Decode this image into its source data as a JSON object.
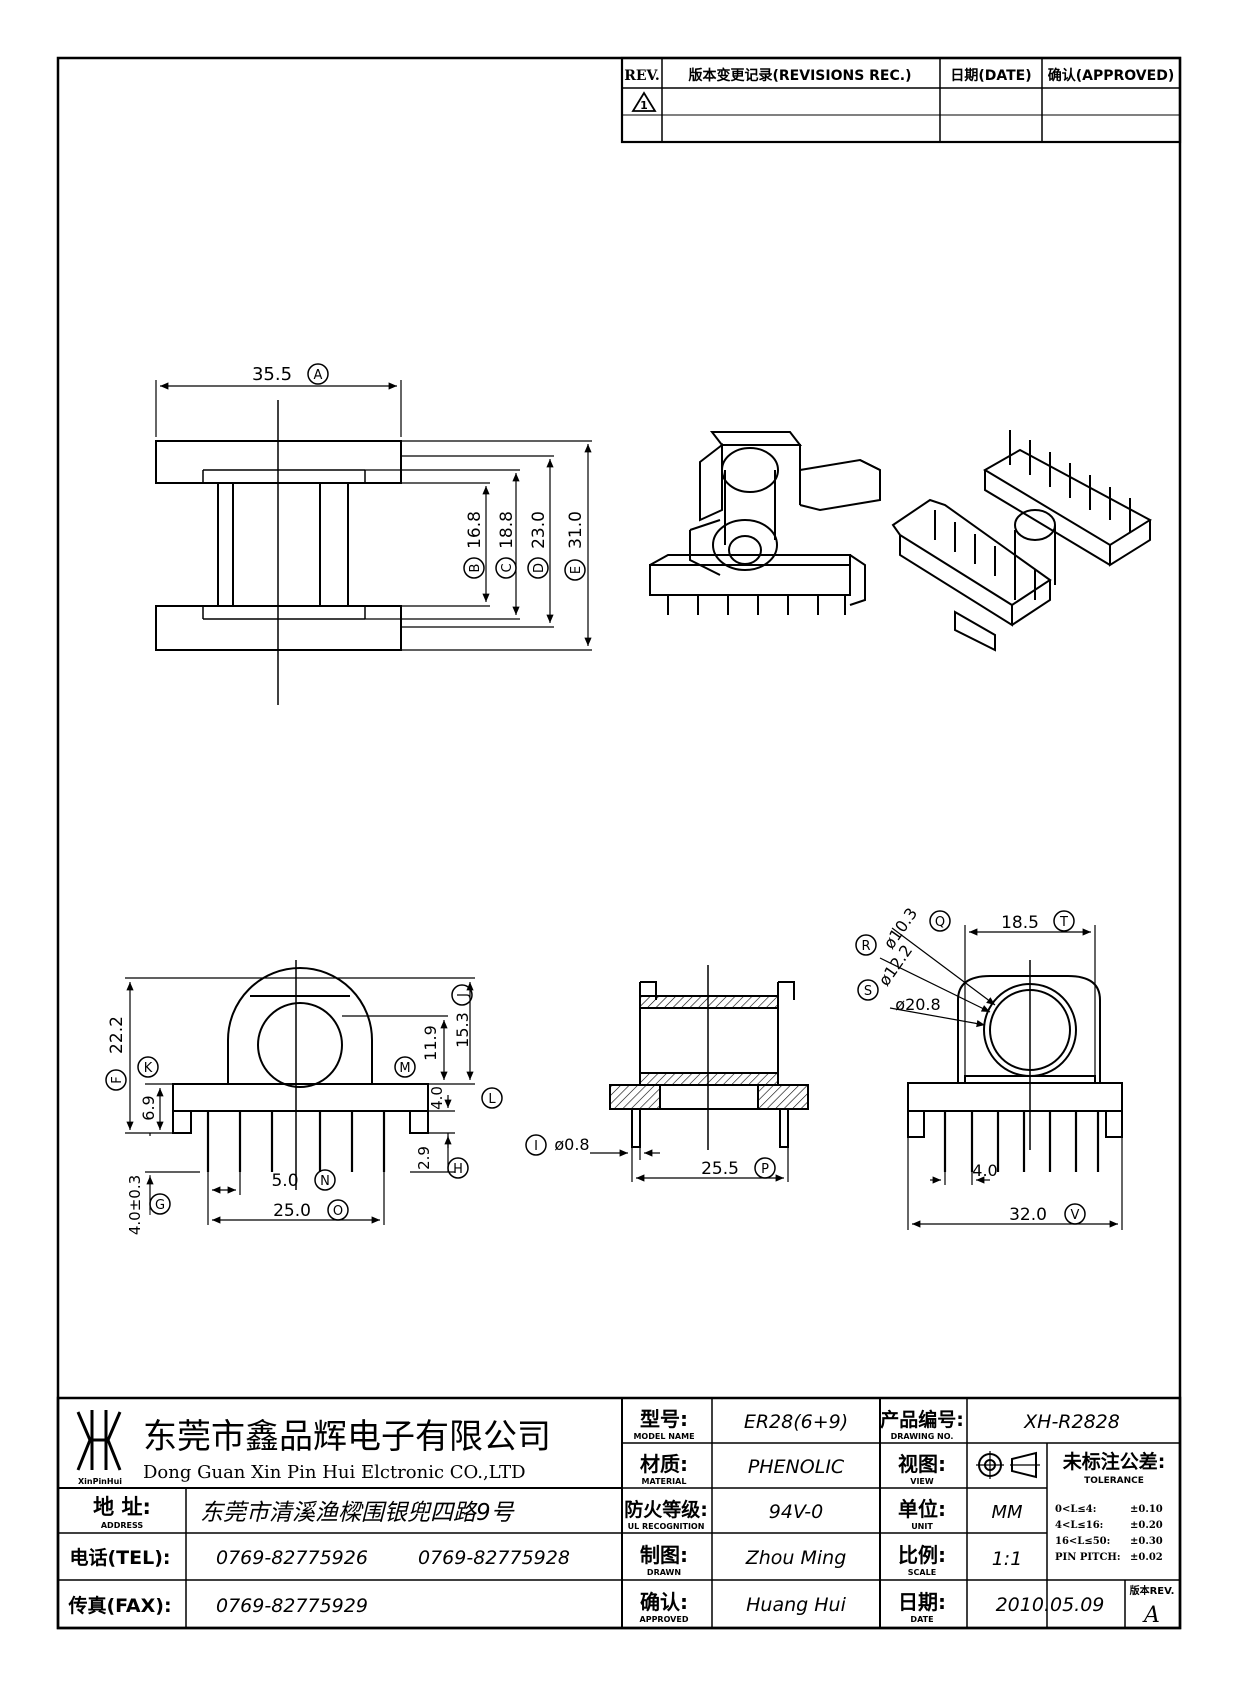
{
  "revisions": {
    "headers": [
      "REV.",
      "版本变更记录(REVISIONS REC.)",
      "日期(DATE)",
      "确认(APPROVED)"
    ],
    "rows": [
      {
        "rev": "1",
        "change": "",
        "date": "",
        "approved": ""
      },
      {
        "rev": "",
        "change": "",
        "date": "",
        "approved": ""
      }
    ]
  },
  "dimensions": {
    "top_view": [
      {
        "value": "35.5",
        "tag": "A"
      },
      {
        "value": "16.8",
        "tag": "B"
      },
      {
        "value": "18.8",
        "tag": "C"
      },
      {
        "value": "23.0",
        "tag": "D"
      },
      {
        "value": "31.0",
        "tag": "E"
      }
    ],
    "front_view": [
      {
        "value": "22.2",
        "tag": "F"
      },
      {
        "value": "6.9",
        "tag": "K"
      },
      {
        "value": "11.9",
        "tag": "M"
      },
      {
        "value": "15.3",
        "tag": "J"
      },
      {
        "value": "4.0",
        "tag": "L"
      },
      {
        "value": "2.9",
        "tag": "H"
      },
      {
        "value": "4.0±0.3",
        "tag": "G"
      },
      {
        "value": "5.0",
        "tag": "N"
      },
      {
        "value": "25.0",
        "tag": "O"
      }
    ],
    "section_view": [
      {
        "value": "ø0.8",
        "tag": "I"
      },
      {
        "value": "25.5",
        "tag": "P"
      }
    ],
    "side_view": [
      {
        "value": "ø10.3",
        "tag": "Q"
      },
      {
        "value": "ø12.2",
        "tag": "R"
      },
      {
        "value": "ø20.8",
        "tag": "S"
      },
      {
        "value": "18.5",
        "tag": "T"
      },
      {
        "value": "4.0",
        "tag": ""
      },
      {
        "value": "32.0",
        "tag": "V"
      }
    ]
  },
  "company": {
    "name_cn": "东莞市鑫品辉电子有限公司",
    "name_en": "Dong Guan Xin Pin Hui Elctronic CO.,LTD",
    "logo_text": "XinPinHui",
    "address_label": "地 址:",
    "address_label_en": "ADDRESS",
    "address": "东莞市清溪渔樑围银兜四路9号",
    "tel_label": "电话(TEL):",
    "tel_1": "0769-82775926",
    "tel_2": "0769-82775928",
    "fax_label": "传真(FAX):",
    "fax": "0769-82775929"
  },
  "title_block": {
    "model_label": "型号:",
    "model_label_en": "MODEL NAME",
    "model": "ER28(6+9)",
    "material_label": "材质:",
    "material_label_en": "MATERIAL",
    "material": "PHENOLIC",
    "ul_label": "防火等级:",
    "ul_label_en": "UL RECOGNITION",
    "ul": "94V-0",
    "drawn_label": "制图:",
    "drawn_label_en": "DRAWN",
    "drawn": "Zhou Ming",
    "approved_label": "确认:",
    "approved_label_en": "APPROVED",
    "approved": "Huang Hui",
    "drawing_no_label": "产品编号:",
    "drawing_no_label_en": "DRAWING NO.",
    "drawing_no": "XH-R2828",
    "view_label": "视图:",
    "view_label_en": "VIEW",
    "unit_label": "单位:",
    "unit_label_en": "UNIT",
    "unit": "MM",
    "scale_label": "比例:",
    "scale_label_en": "SCALE",
    "scale": "1:1",
    "date_label": "日期:",
    "date_label_en": "DATE",
    "date": "2010.05.09",
    "tolerance_label": "未标注公差:",
    "tolerance_label_en": "TOLERANCE",
    "tolerances": [
      {
        "range": "0<L≤4:",
        "value": "±0.10"
      },
      {
        "range": "4<L≤16:",
        "value": "±0.20"
      },
      {
        "range": "16<L≤50:",
        "value": "±0.30"
      },
      {
        "range": "PIN PITCH:",
        "value": "±0.02"
      }
    ],
    "rev_label": "版本REV.",
    "rev": "A"
  }
}
